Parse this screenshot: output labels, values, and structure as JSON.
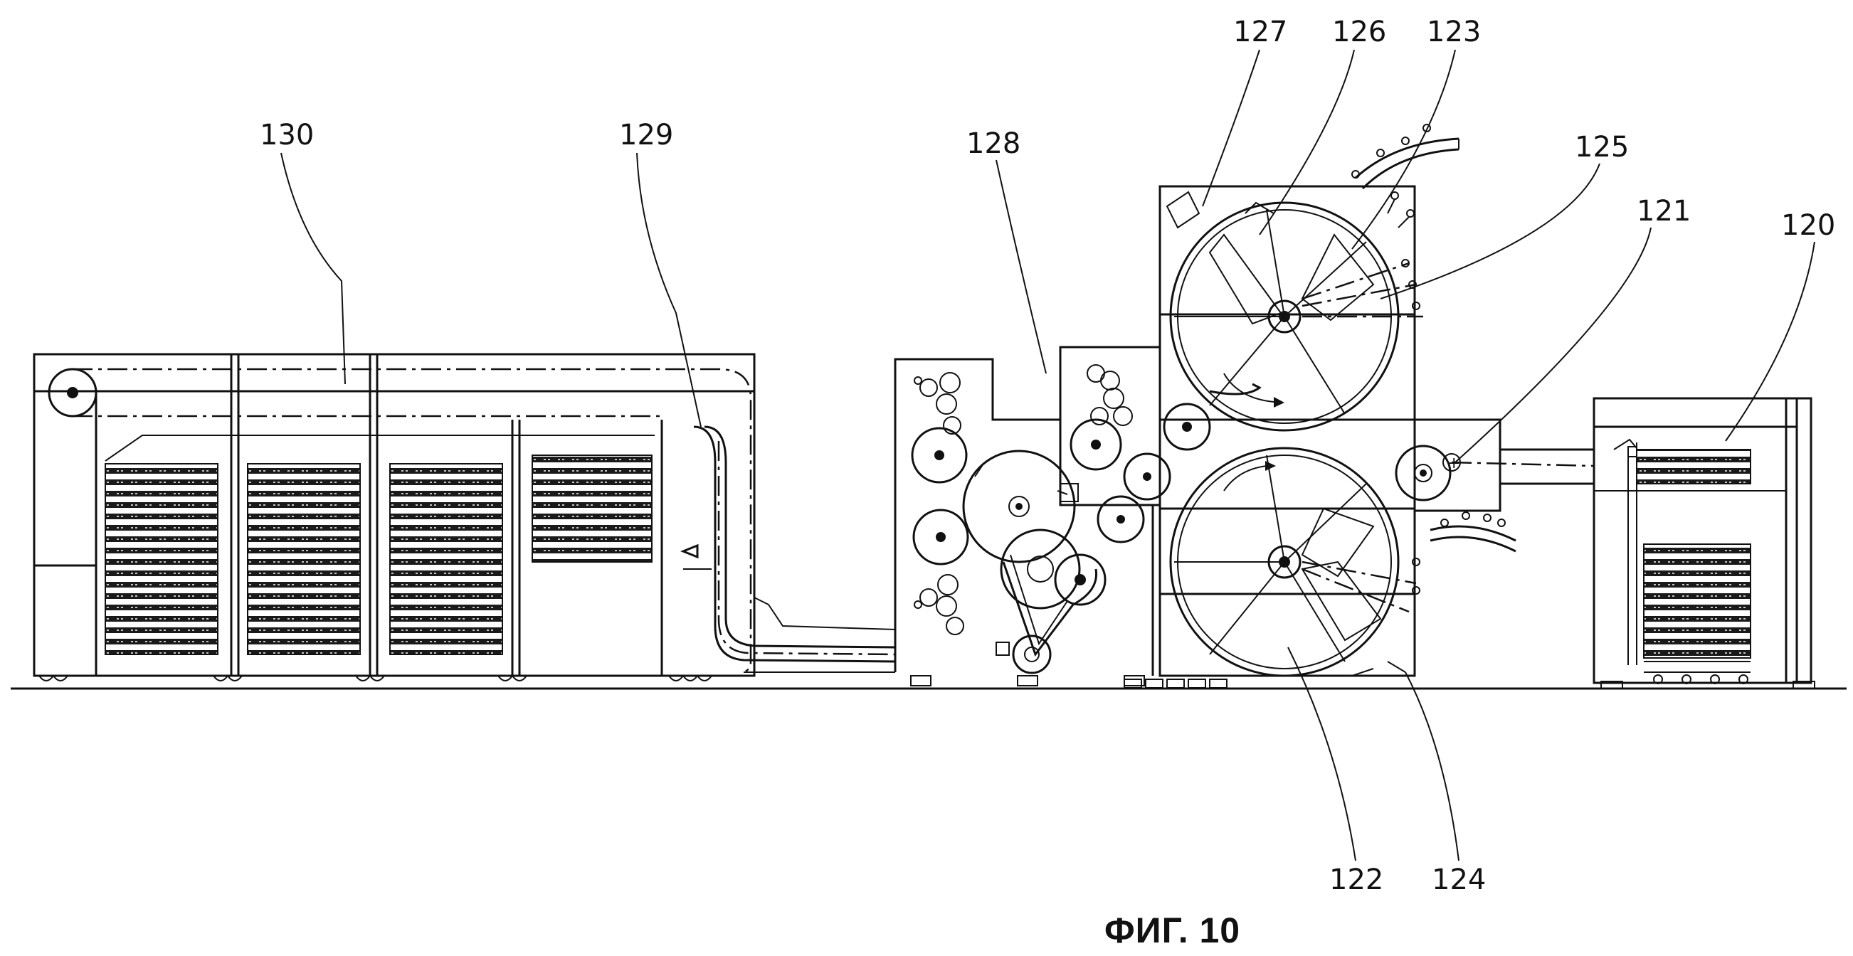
{
  "figure": {
    "caption": "ФИГ. 10",
    "labels": {
      "l120": "120",
      "l121": "121",
      "l122": "122",
      "l123": "123",
      "l124": "124",
      "l125": "125",
      "l126": "126",
      "l127": "127",
      "l128": "128",
      "l129": "129",
      "l130": "130"
    }
  }
}
